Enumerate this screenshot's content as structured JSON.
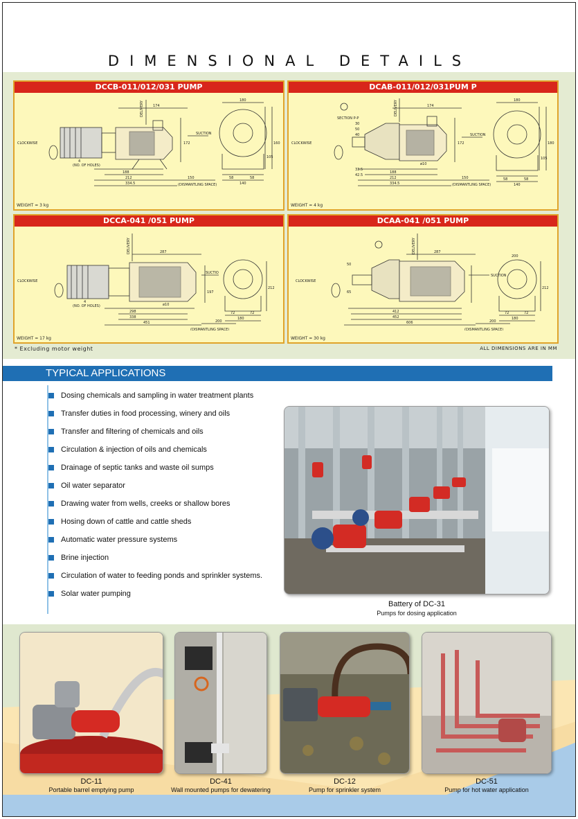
{
  "title": "DIMENSIONAL DETAILS",
  "panels": [
    {
      "heading": "DCCB-011/012/031   PUMP",
      "weight": "WEIGHT = 3 kg"
    },
    {
      "heading": "DCAB-011/012/031PUM   P",
      "weight": "WEIGHT = 4 kg"
    },
    {
      "heading": "DCCA-041 /051  PUMP",
      "weight": "WEIGHT = 17 kg"
    },
    {
      "heading": "DCAA-041 /051  PUMP",
      "weight": "WEIGHT = 30 kg"
    }
  ],
  "drawing_labels": {
    "clockwise": "CLOCKWISE",
    "delivery": "DELIVERY",
    "suction": "SUCTION",
    "suctio": "SUCTIO",
    "dismantling": "(DISMANTLING SPACE)",
    "section": "SECTION P-P",
    "no_of_holes": "(NO. OF HOLES)"
  },
  "dims": {
    "p1": [
      "174",
      "188",
      "212",
      "334.5",
      "150",
      "180",
      "140",
      "58",
      "58",
      "172",
      "105",
      "160",
      "4"
    ],
    "p2": [
      "174",
      "188",
      "212",
      "334.5",
      "150",
      "180",
      "140",
      "58",
      "58",
      "172",
      "105",
      "180",
      "30",
      "50",
      "40",
      "33.5",
      "42.5",
      "ø10"
    ],
    "p3": [
      "287",
      "298",
      "338",
      "451",
      "200",
      "180",
      "72",
      "72",
      "197",
      "212",
      "ø10",
      "4"
    ],
    "p4": [
      "287",
      "412",
      "452",
      "606",
      "200",
      "200",
      "180",
      "72",
      "72",
      "212",
      "50",
      "65"
    ]
  },
  "footnote_left": "* Excluding motor weight",
  "footnote_right": "ALL DIMENSIONS ARE IN MM",
  "applications_title": "TYPICAL APPLICATIONS",
  "applications": [
    "Dosing chemicals and sampling in water treatment plants",
    "Transfer duties in food processing, winery and oils",
    "Transfer and filtering of chemicals and oils",
    "Circulation & injection of oils and chemicals",
    "Drainage of septic tanks and waste oil sumps",
    "Oil water separator",
    "Drawing water from wells, creeks or shallow bores",
    "Hosing down of cattle and cattle sheds",
    "Automatic water pressure systems",
    "Brine injection",
    "Circulation of water to feeding ponds and sprinkler systems.",
    "Solar water pumping"
  ],
  "battery_caption": {
    "title": "Battery of DC-31",
    "subtitle": "Pumps for dosing application"
  },
  "photos": [
    {
      "model": "DC-11",
      "desc": "Portable barrel emptying pump"
    },
    {
      "model": "DC-41",
      "desc": "Wall mounted pumps for dewatering"
    },
    {
      "model": "DC-12",
      "desc": "Pump for sprinkler system"
    },
    {
      "model": "DC-51",
      "desc": "Pump for hot water application"
    }
  ],
  "colors": {
    "panel_header_red": "#d8261b",
    "panel_fill": "#fdf8bb",
    "section_bg_green": "#e4ebd2",
    "apps_blue": "#1f6fb4",
    "bottom_blue": "#a9cbe8",
    "bottom_cream": "#fbe6b3"
  }
}
